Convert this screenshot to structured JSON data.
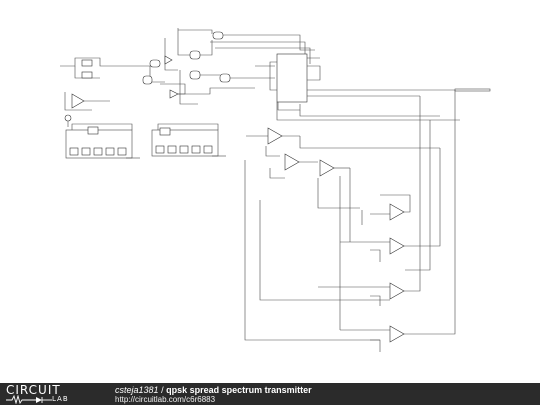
{
  "footer": {
    "logo_top": "CIRCUIT",
    "logo_bottom": "LAB",
    "author": "csteja1381",
    "separator": "/",
    "circuit_name": "qpsk spread spectrum transmitter",
    "url": "http://circuitlab.com/c6r6883"
  },
  "colors": {
    "wire": "#4a4a4a",
    "footer_bg": "#2b2b2b",
    "footer_text": "#ffffff"
  }
}
